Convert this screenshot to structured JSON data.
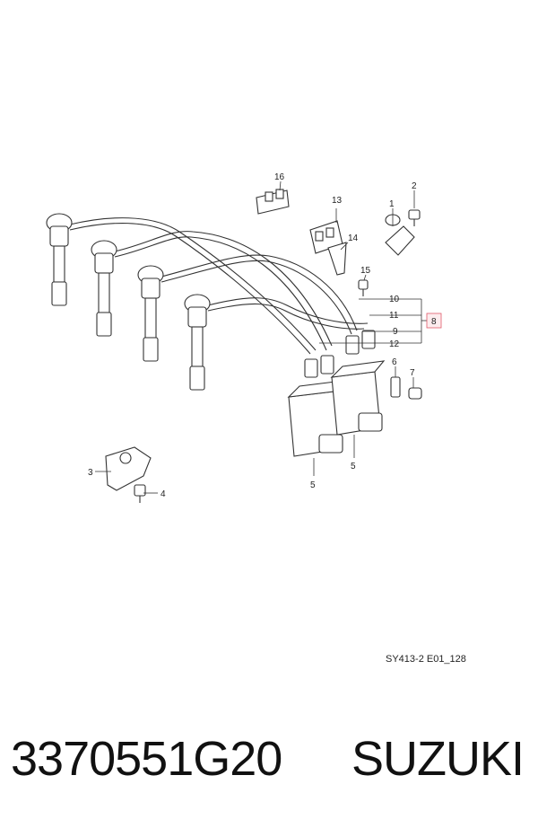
{
  "diagram": {
    "callouts": {
      "c1": "1",
      "c2": "2",
      "c3": "3",
      "c4": "4",
      "c5a": "5",
      "c5b": "5",
      "c6": "6",
      "c7": "7",
      "c8": "8",
      "c9": "9",
      "c10": "10",
      "c11": "11",
      "c12": "12",
      "c13": "13",
      "c14": "14",
      "c15": "15",
      "c16": "16"
    },
    "reference_code": "SY413-2 E01_128",
    "highlight_color": "#e05a6a"
  },
  "footer": {
    "part_number": "3370551G20",
    "brand": "SUZUKI"
  }
}
